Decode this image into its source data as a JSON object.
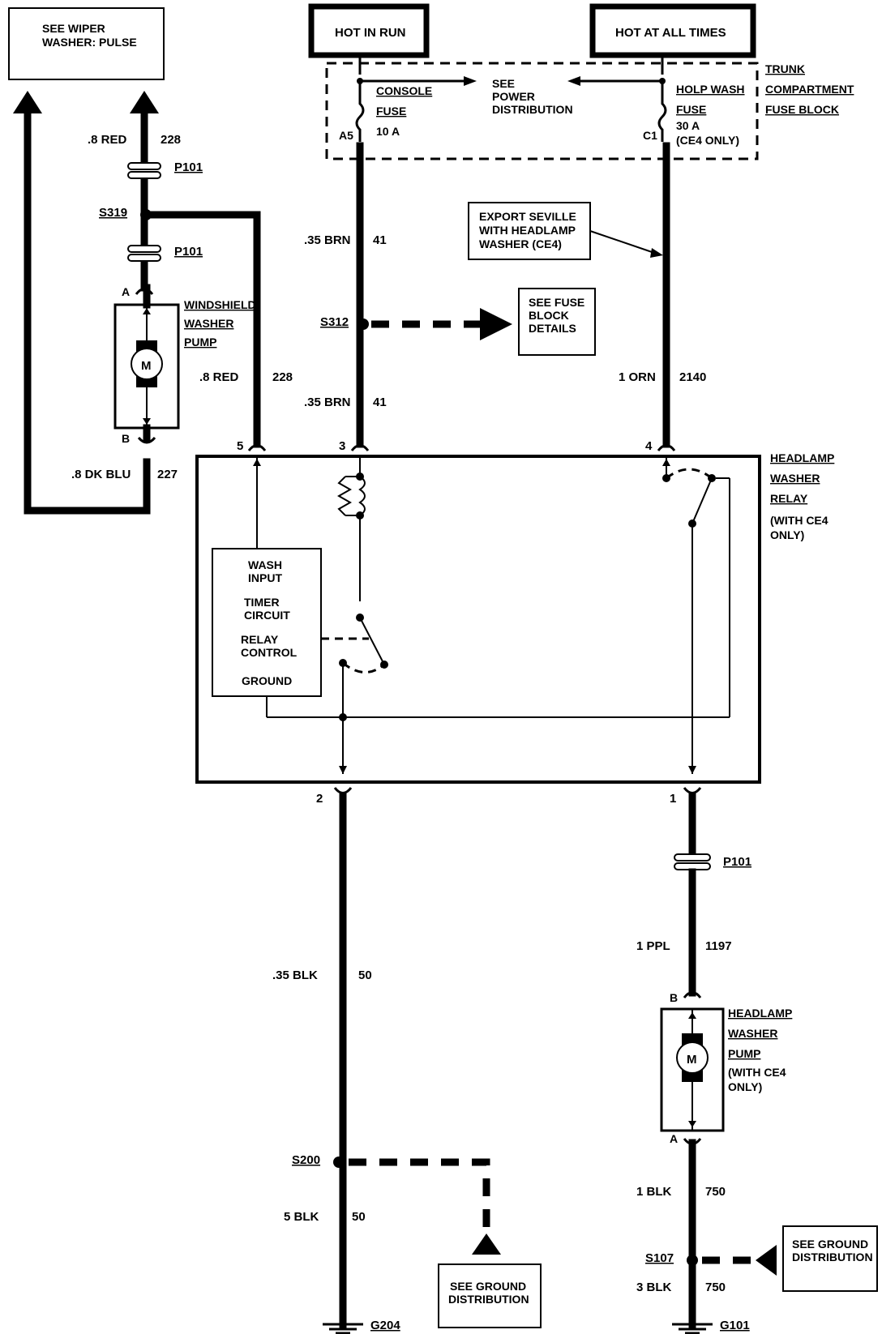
{
  "boxes": {
    "see_wiper": [
      "SEE WIPER",
      "WASHER: PULSE"
    ],
    "hot_in_run": "HOT IN RUN",
    "hot_at_all_times": "HOT AT ALL TIMES",
    "trunk_fuse_block": [
      "TRUNK",
      "COMPARTMENT",
      "FUSE BLOCK"
    ],
    "see_power": [
      "SEE",
      "POWER",
      "DISTRIBUTION"
    ],
    "export_seville": [
      "EXPORT SEVILLE",
      "WITH HEADLAMP",
      "WASHER (CE4)"
    ],
    "see_fuse_block": [
      "SEE FUSE",
      "BLOCK",
      "DETAILS"
    ],
    "see_ground_1": [
      "SEE GROUND",
      "DISTRIBUTION"
    ],
    "see_ground_2": [
      "SEE GROUND",
      "DISTRIBUTION"
    ]
  },
  "fuses": {
    "console": {
      "name": [
        "CONSOLE",
        "FUSE"
      ],
      "rating": "10 A",
      "pin": "A5"
    },
    "holp": {
      "name": [
        "HOLP WASH",
        "FUSE"
      ],
      "rating": [
        "30 A",
        "(CE4 ONLY)"
      ],
      "pin": "C1"
    }
  },
  "components": {
    "windshield_pump": [
      "WINDSHIELD",
      "WASHER",
      "PUMP"
    ],
    "headlamp_relay": [
      "HEADLAMP",
      "WASHER",
      "RELAY",
      "(WITH CE4",
      "ONLY)"
    ],
    "headlamp_pump": [
      "HEADLAMP",
      "WASHER",
      "PUMP",
      "(WITH CE4",
      "ONLY)"
    ],
    "timer": [
      "WASH",
      "INPUT",
      "TIMER",
      "CIRCUIT",
      "RELAY",
      "CONTROL",
      "GROUND"
    ],
    "motor_letter": "M"
  },
  "wires": {
    "red_top": {
      "gauge": ".8 RED",
      "circuit": "228"
    },
    "red_mid": {
      "gauge": ".8 RED",
      "circuit": "228"
    },
    "dk_blu": {
      "gauge": ".8 DK BLU",
      "circuit": "227"
    },
    "brn_1": {
      "gauge": ".35 BRN",
      "circuit": "41"
    },
    "brn_2": {
      "gauge": ".35 BRN",
      "circuit": "41"
    },
    "orn": {
      "gauge": "1 ORN",
      "circuit": "2140"
    },
    "blk_35": {
      "gauge": ".35 BLK",
      "circuit": "50"
    },
    "blk_5": {
      "gauge": "5 BLK",
      "circuit": "50"
    },
    "ppl": {
      "gauge": "1 PPL",
      "circuit": "1197"
    },
    "blk_1": {
      "gauge": "1 BLK",
      "circuit": "750"
    },
    "blk_3": {
      "gauge": "3 BLK",
      "circuit": "750"
    }
  },
  "connectors": {
    "p101_a": "P101",
    "p101_b": "P101",
    "p101_c": "P101",
    "s319": "S319",
    "s312": "S312",
    "s200": "S200",
    "s107": "S107",
    "g204": "G204",
    "g101": "G101"
  },
  "pins": {
    "pin5": "5",
    "pin3": "3",
    "pin4": "4",
    "pin2": "2",
    "pin1": "1",
    "wpA": "A",
    "wpB": "B",
    "hpB": "B",
    "hpA": "A"
  }
}
